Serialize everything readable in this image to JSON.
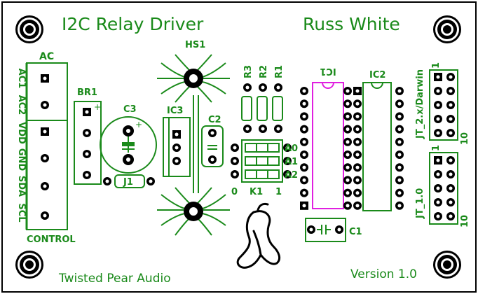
{
  "board": {
    "title": "I2C Relay Driver",
    "author": "Russ White",
    "company": "Twisted Pear Audio",
    "version": "Version 1.0"
  },
  "labels": {
    "ac": "AC",
    "ac1": "AC1",
    "ac2": "AC2",
    "vdd": "VDD",
    "gnd": "GND",
    "sda": "SDA",
    "scl": "SCL",
    "control": "CONTROL",
    "br1": "BR1",
    "c3": "C3",
    "c3_plus": "+",
    "ic3": "IC3",
    "hs1": "HS1",
    "c2": "C2",
    "j1": "J1",
    "r3": "R3",
    "r2": "R2",
    "r1": "R1",
    "a0": "A0",
    "a1": "A1",
    "a2": "A2",
    "k1": "K1",
    "k1_zero": "0",
    "k1_one": "1",
    "ic1": "IC1",
    "ic2": "IC2",
    "c1": "C1",
    "jt2": "JT_2.x/Darwin",
    "jt1": "JT_1.0",
    "pin1": "1",
    "pin10": "10"
  },
  "colors": {
    "silkscreen": "#1a8a1a",
    "outline": "#000000",
    "ic1_body": "#e020e0",
    "background": "#ffffff"
  },
  "icons": {
    "mounting_hole": "mounting-hole-icon",
    "logo": "twisted-pear-logo-icon",
    "heatsink": "heatsink-icon"
  }
}
